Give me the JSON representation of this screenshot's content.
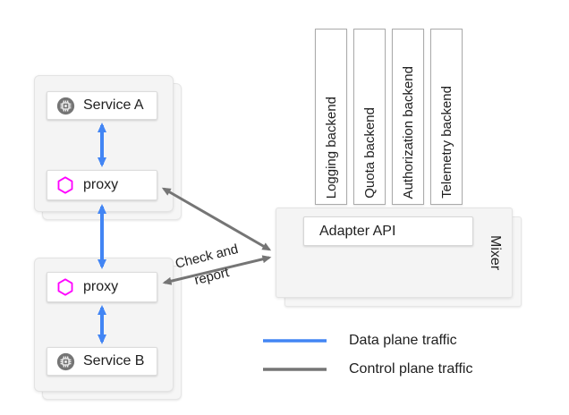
{
  "colors": {
    "data_plane": "#4285f4",
    "control_plane": "#757575",
    "proxy_icon": "#ff00ff",
    "service_icon": "#757575"
  },
  "groups": [
    {
      "items": [
        {
          "label": "Service A"
        },
        {
          "label": "proxy"
        }
      ]
    },
    {
      "items": [
        {
          "label": "proxy"
        },
        {
          "label": "Service B"
        }
      ]
    }
  ],
  "mixer": {
    "label": "Mixer",
    "adapter_api_label": "Adapter API",
    "backends": [
      "Logging backend",
      "Quota backend",
      "Authorization backend",
      "Telemetry backend"
    ]
  },
  "arrows": {
    "check_report_label": "Check and report"
  },
  "legend": {
    "items": [
      {
        "label": "Data plane traffic"
      },
      {
        "label": "Control plane traffic"
      }
    ]
  }
}
